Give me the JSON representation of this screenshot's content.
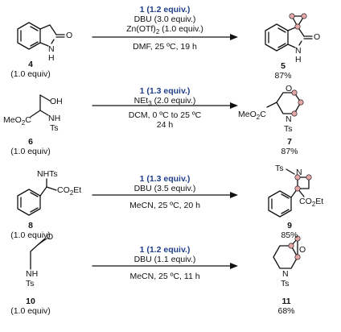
{
  "colors": {
    "accent_blue": "#1f3f8a",
    "new_atom_pink": "#e4a7a7",
    "bond": "#111111"
  },
  "reactions": [
    {
      "reagent": "1 (1.2 equiv.)",
      "above": [
        "DBU (3.0 equiv.)",
        "Zn(OTf)2 (1.0 equiv.)"
      ],
      "below": [
        "DMF, 25 ºC, 19 h"
      ],
      "sm_label": "4",
      "sm_equiv": "(1.0 equiv)",
      "product_label": "5",
      "yield": "87%",
      "sm_atoms": {
        "O": "O",
        "N": "N",
        "H": "H"
      },
      "pr_atoms": {
        "O": "O",
        "N": "N",
        "H": "H"
      }
    },
    {
      "reagent": "1 (1.3 equiv.)",
      "above": [
        "NEt3 (2.0 equiv.)"
      ],
      "below": [
        "DCM, 0 ºC to 25 ºC",
        "24 h"
      ],
      "sm_label": "6",
      "sm_equiv": "(1.0 equiv)",
      "product_label": "7",
      "yield": "87%",
      "sm_atoms": {
        "OH": "OH",
        "MeO2C": "MeO2C",
        "NH": "NH",
        "Ts": "Ts"
      },
      "pr_atoms": {
        "O": "O",
        "MeO2C": "MeO2C",
        "N": "N",
        "Ts": "Ts"
      }
    },
    {
      "reagent": "1 (1.3 equiv.)",
      "above": [
        "DBU (3.5 equiv.)"
      ],
      "below": [
        "MeCN, 25 ºC, 20 h"
      ],
      "sm_label": "8",
      "sm_equiv": "(1.0 equiv)",
      "product_label": "9",
      "yield": "85%",
      "sm_atoms": {
        "NHTs": "NHTs",
        "CO2Et": "CO2Et"
      },
      "pr_atoms": {
        "Ts": "Ts",
        "N": "N",
        "CO2Et": "CO2Et"
      }
    },
    {
      "reagent": "1 (1.2 equiv.)",
      "above": [
        "DBU (1.1 equiv.)"
      ],
      "below": [
        "MeCN, 25 ºC, 11 h"
      ],
      "sm_label": "10",
      "sm_equiv": "(1.0 equiv)",
      "product_label": "11",
      "yield": "68%",
      "sm_atoms": {
        "O": "O",
        "NH": "NH",
        "Ts": "Ts"
      },
      "pr_atoms": {
        "O": "O",
        "N": "N",
        "Ts": "Ts"
      }
    }
  ]
}
